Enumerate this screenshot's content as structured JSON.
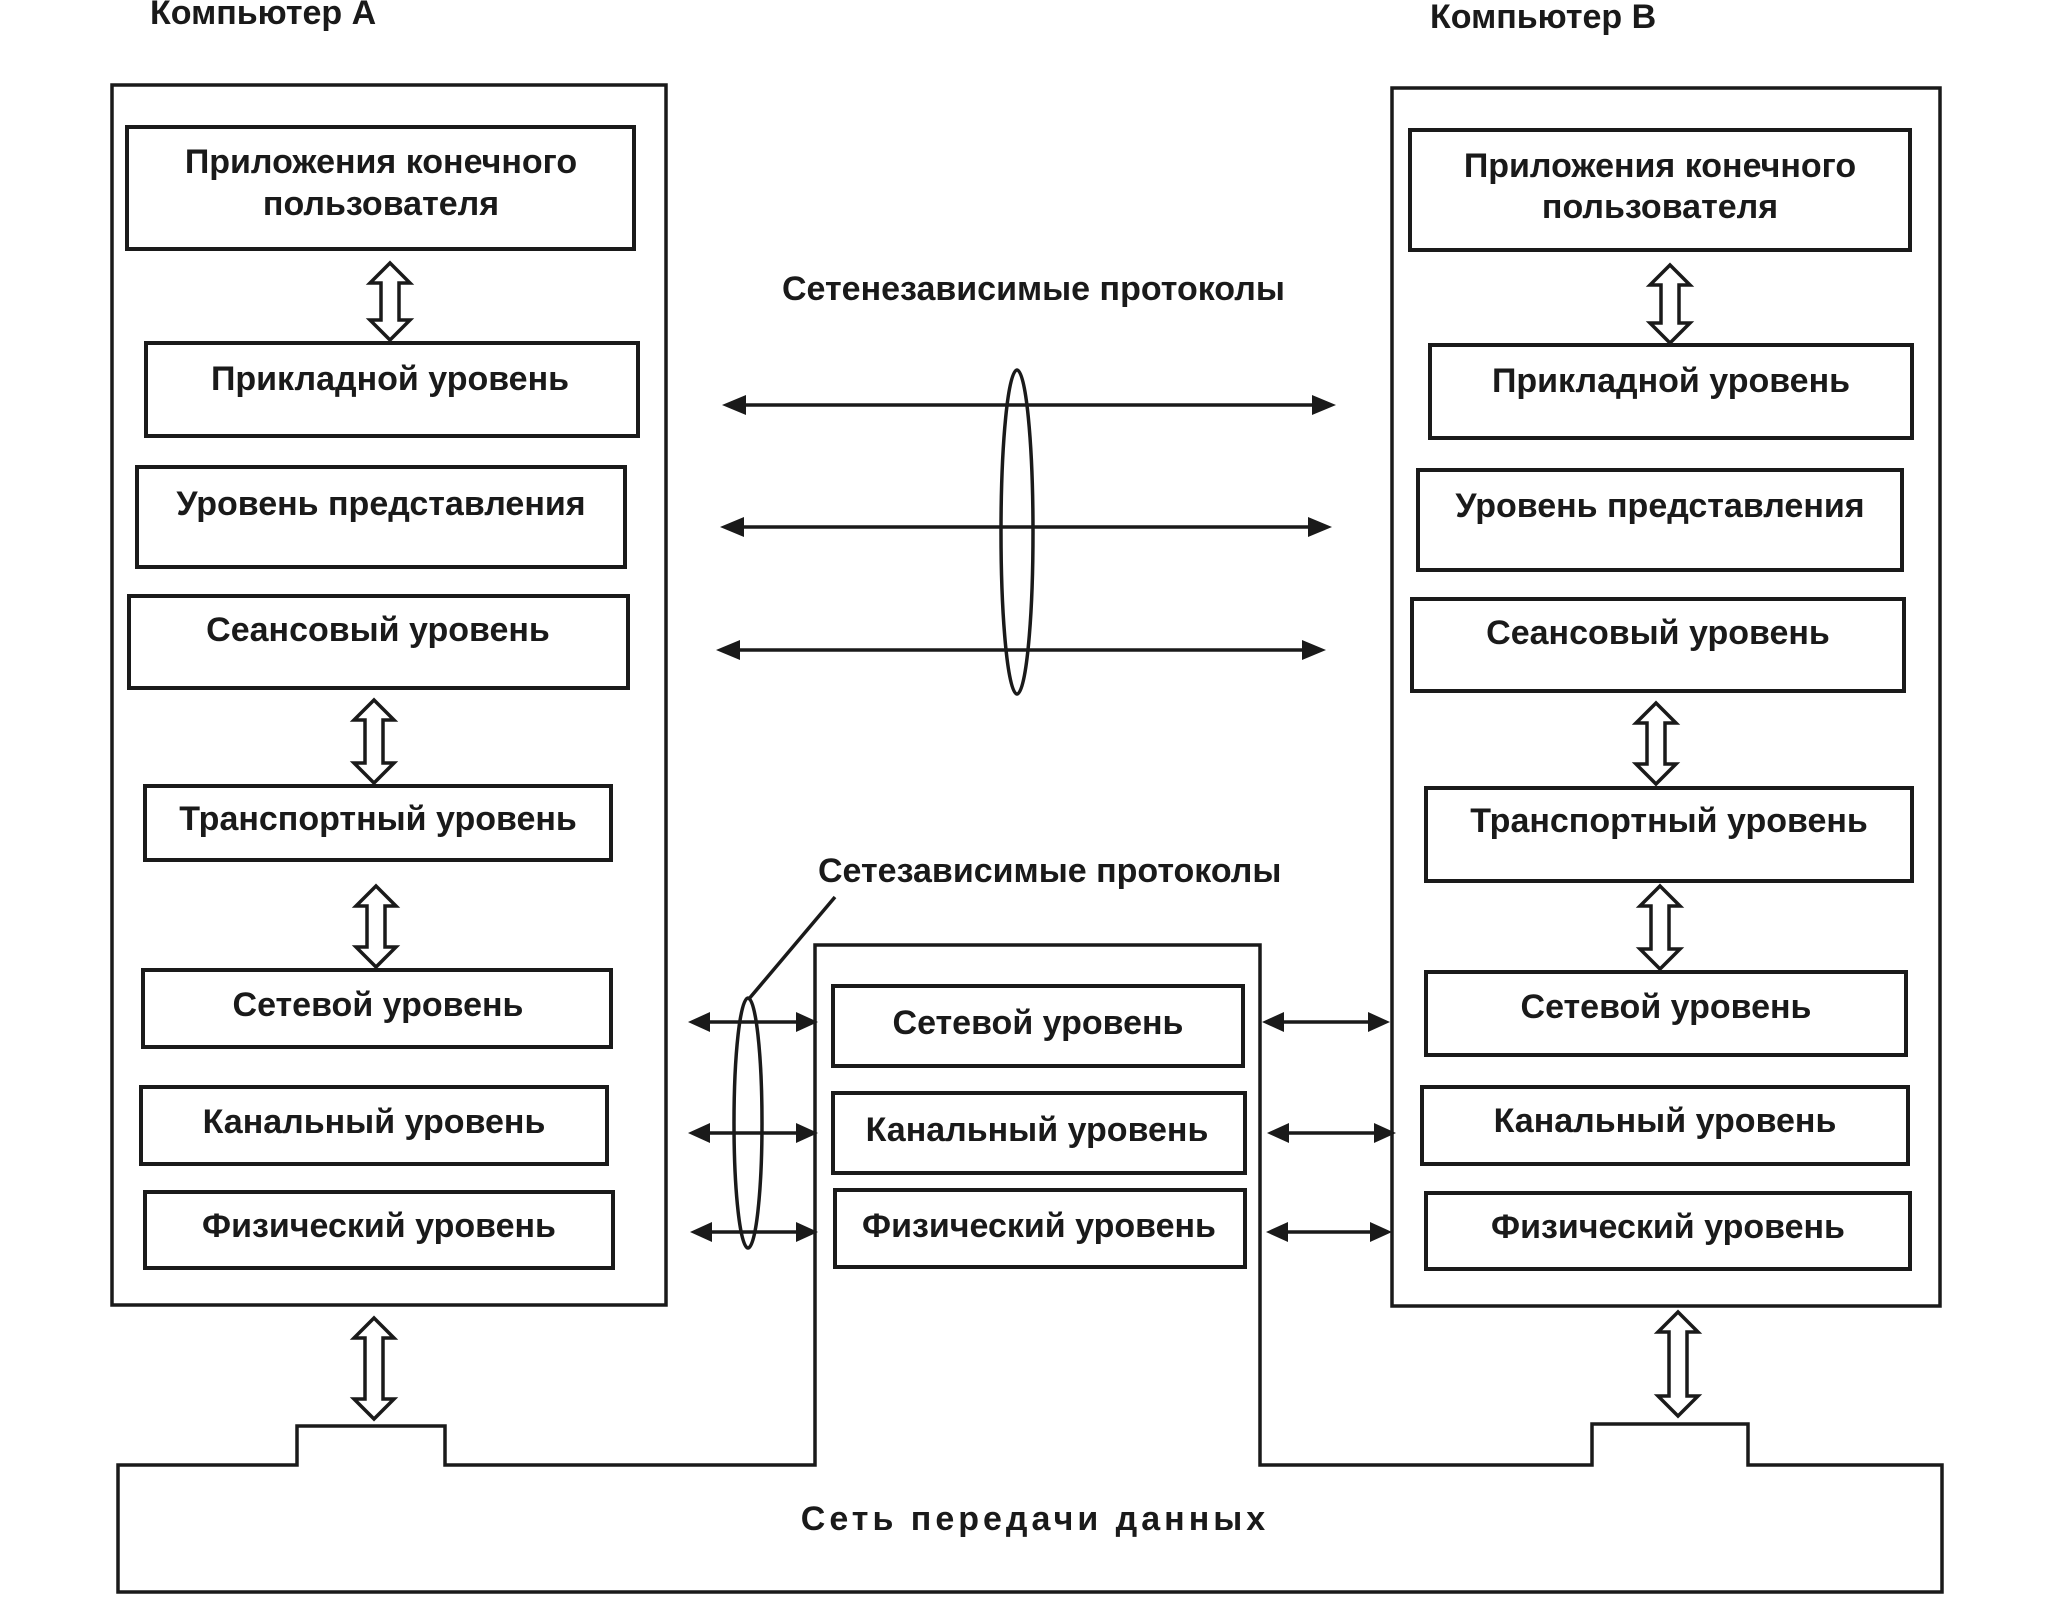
{
  "computer_a": {
    "title": "Компьютер А",
    "app_line1": "Приложения конечного",
    "app_line2": "пользователя",
    "layers": [
      "Прикладной уровень",
      "Уровень представления",
      "Сеансовый уровень",
      "Транспортный уровень",
      "Сетевой уровень",
      "Канальный уровень",
      "Физический уровень"
    ]
  },
  "computer_b": {
    "title": "Компьютер В",
    "app_line1": "Приложения конечного",
    "app_line2": "пользователя",
    "layers": [
      "Прикладной уровень",
      "Уровень представления",
      "Сеансовый уровень",
      "Транспортный уровень",
      "Сетевой уровень",
      "Канальный уровень",
      "Физический уровень"
    ]
  },
  "intermediate_node": {
    "layers": [
      "Сетевой уровень",
      "Канальный уровень",
      "Физический уровень"
    ]
  },
  "labels": {
    "network_independent": "Сетенезависимые протоколы",
    "network_dependent": "Сетезависимые протоколы",
    "data_network": "Сеть передачи данных"
  }
}
